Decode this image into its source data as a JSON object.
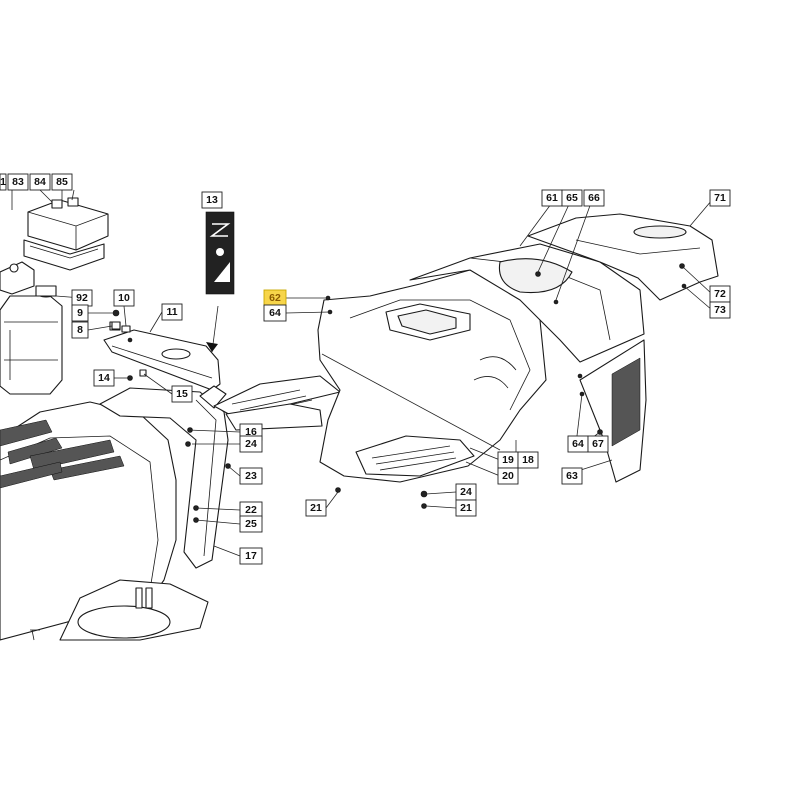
{
  "diagram": {
    "highlight_color": "#f7d54a",
    "callouts": [
      {
        "id": "c-83",
        "text": "83"
      },
      {
        "id": "c-84",
        "text": "84"
      },
      {
        "id": "c-85",
        "text": "85"
      },
      {
        "id": "c-1",
        "text": "1"
      },
      {
        "id": "c-13",
        "text": "13"
      },
      {
        "id": "c-61",
        "text": "61"
      },
      {
        "id": "c-65",
        "text": "65"
      },
      {
        "id": "c-66",
        "text": "66"
      },
      {
        "id": "c-71",
        "text": "71"
      },
      {
        "id": "c-62",
        "text": "62",
        "highlight": true
      },
      {
        "id": "c-64a",
        "text": "64"
      },
      {
        "id": "c-92",
        "text": "92"
      },
      {
        "id": "c-9",
        "text": "9"
      },
      {
        "id": "c-8",
        "text": "8"
      },
      {
        "id": "c-10",
        "text": "10"
      },
      {
        "id": "c-11",
        "text": "11"
      },
      {
        "id": "c-72",
        "text": "72"
      },
      {
        "id": "c-73",
        "text": "73"
      },
      {
        "id": "c-14",
        "text": "14"
      },
      {
        "id": "c-15",
        "text": "15"
      },
      {
        "id": "c-16",
        "text": "16"
      },
      {
        "id": "c-24a",
        "text": "24"
      },
      {
        "id": "c-23",
        "text": "23"
      },
      {
        "id": "c-19",
        "text": "19"
      },
      {
        "id": "c-18",
        "text": "18"
      },
      {
        "id": "c-20",
        "text": "20"
      },
      {
        "id": "c-64b",
        "text": "64"
      },
      {
        "id": "c-67",
        "text": "67"
      },
      {
        "id": "c-63",
        "text": "63"
      },
      {
        "id": "c-24b",
        "text": "24"
      },
      {
        "id": "c-21a",
        "text": "21"
      },
      {
        "id": "c-21b",
        "text": "21"
      },
      {
        "id": "c-22",
        "text": "22"
      },
      {
        "id": "c-25",
        "text": "25"
      },
      {
        "id": "c-17",
        "text": "17"
      }
    ]
  }
}
